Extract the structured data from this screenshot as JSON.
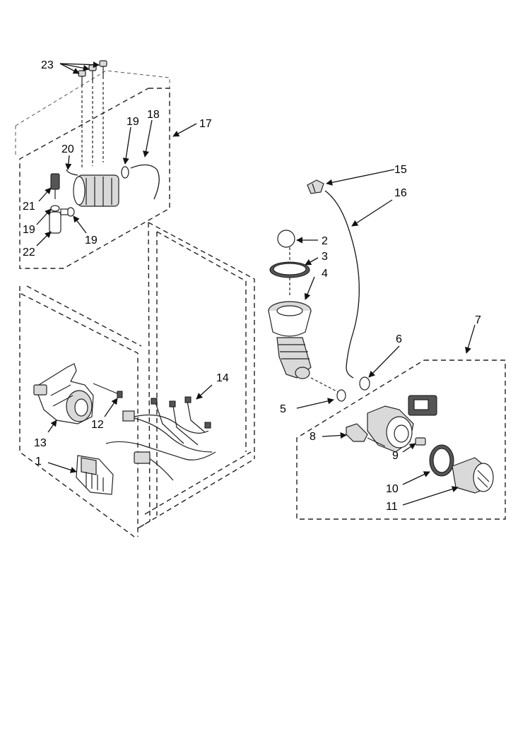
{
  "callouts": {
    "c1": "1",
    "c2": "2",
    "c3": "3",
    "c4": "4",
    "c5": "5",
    "c6": "6",
    "c7": "7",
    "c8": "8",
    "c9": "9",
    "c10": "10",
    "c11": "11",
    "c12": "12",
    "c13": "13",
    "c14": "14",
    "c15": "15",
    "c16": "16",
    "c17": "17",
    "c18": "18",
    "c19a": "19",
    "c19b": "19",
    "c19c": "19",
    "c20": "20",
    "c21": "21",
    "c22": "22",
    "c23": "23"
  },
  "colors": {
    "line": "#222222",
    "fill_light": "#d9d9d9",
    "fill_dark": "#555555"
  }
}
